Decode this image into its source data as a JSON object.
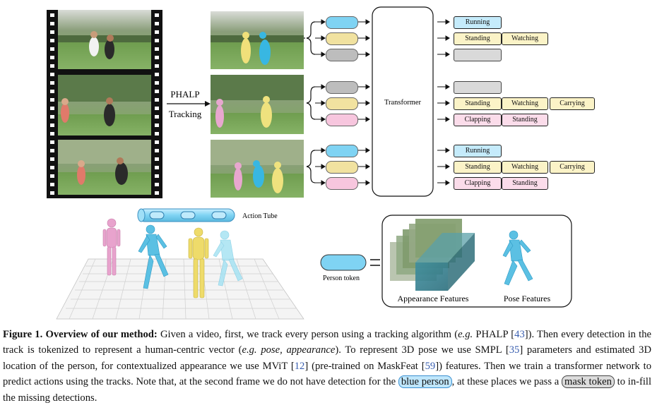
{
  "figure": {
    "tracking_label_line1": "PHALP",
    "tracking_label_line2": "Tracking",
    "transformer_label": "Transformer",
    "action_tube_label": "Action Tube",
    "person_token_label": "Person token",
    "appearance_features_label": "Appearance Features",
    "pose_features_label": "Pose Features",
    "rows": [
      {
        "tokens": [
          "blue",
          "yellow",
          "gray"
        ],
        "actions": [
          [
            "Running"
          ],
          [
            "Standing",
            "Watching"
          ],
          []
        ]
      },
      {
        "tokens": [
          "gray",
          "yellow",
          "pink"
        ],
        "actions": [
          [],
          [
            "Standing",
            "Watching",
            "Carrying"
          ],
          [
            "Clapping",
            "Standing"
          ]
        ]
      },
      {
        "tokens": [
          "blue",
          "yellow",
          "pink"
        ],
        "actions": [
          [
            "Running"
          ],
          [
            "Standing",
            "Watching",
            "Carrying"
          ],
          [
            "Clapping",
            "Standing"
          ]
        ]
      }
    ],
    "colors": {
      "blue": "#7fd3f3",
      "yellow": "#f1e2a0",
      "gray": "#bdbdbd",
      "pink": "#f7c6de",
      "tag_blue": "#c5ebfb",
      "tag_yellow": "#fbf3c7",
      "tag_pink": "#fbdcea",
      "tag_gray": "#d9d9d9"
    }
  },
  "caption": {
    "fig_label": "Figure 1.",
    "bold_title": "Overview of our method:",
    "t1": " Given a video, first, we track every person using a tracking algorithm (",
    "eg1": "e.g.",
    "t2": " PHALP [",
    "ref43": "43",
    "t3": "]). Then every detection in the track is tokenized to represent a human-centric vector (",
    "eg2": "e.g. pose, appearance",
    "t4": "). To represent 3D pose we use SMPL [",
    "ref35": "35",
    "t5": "] parameters and estimated 3D location of the person, for contextualized appearance we use MViT [",
    "ref12": "12",
    "t6": "] (pre-trained on MaskFeat [",
    "ref59": "59",
    "t7": "]) features. Then we train a transformer network to predict actions using the tracks. Note that, at the second frame we do not have detection for the ",
    "blue_person": "blue person",
    "t8": ", at these places we pass a ",
    "mask_token": "mask token",
    "t9": " to in-fill the missing detections."
  }
}
